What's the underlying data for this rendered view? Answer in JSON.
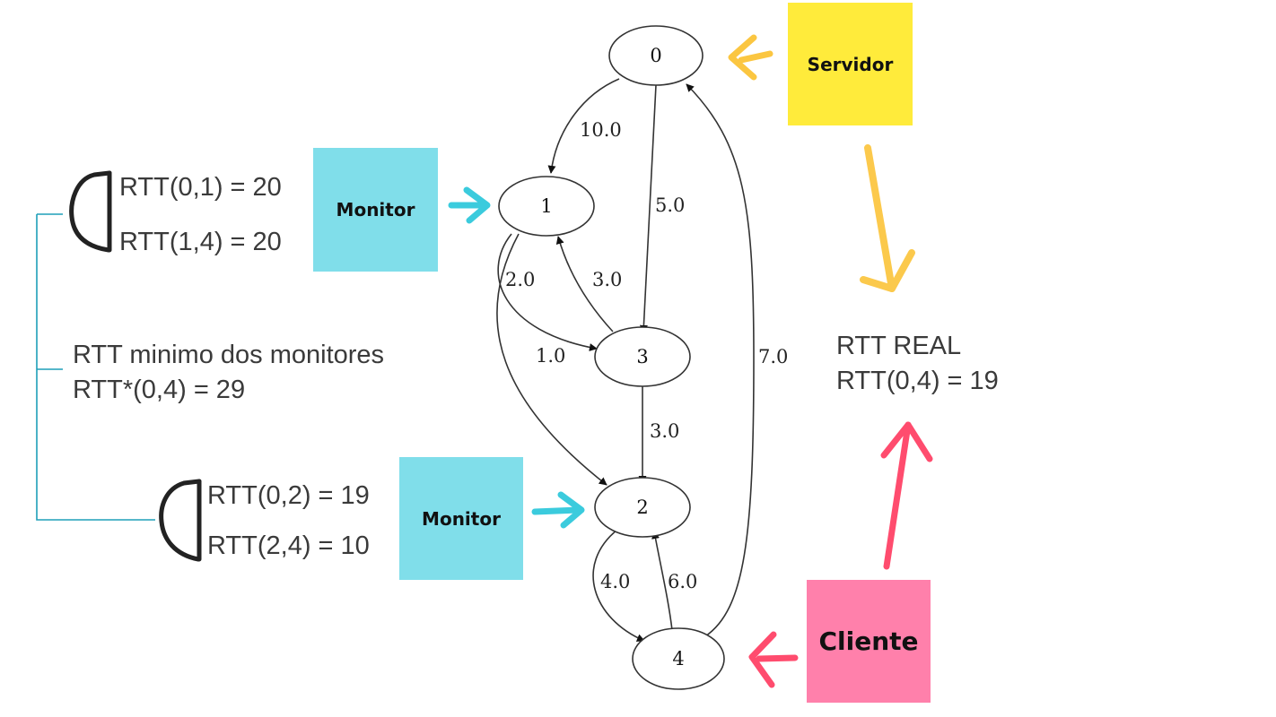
{
  "graph": {
    "nodes": [
      {
        "id": "0",
        "label": "0"
      },
      {
        "id": "1",
        "label": "1"
      },
      {
        "id": "3",
        "label": "3"
      },
      {
        "id": "2",
        "label": "2"
      },
      {
        "id": "4",
        "label": "4"
      }
    ],
    "edges": [
      {
        "from": "0",
        "to": "1",
        "label": "10.0"
      },
      {
        "from": "0",
        "to": "3",
        "label": "5.0"
      },
      {
        "from": "1",
        "to": "3",
        "label": "2.0"
      },
      {
        "from": "3",
        "to": "1",
        "label": "3.0"
      },
      {
        "from": "1",
        "to": "2",
        "label": "1.0"
      },
      {
        "from": "3",
        "to": "2",
        "label": "3.0"
      },
      {
        "from": "2",
        "to": "4",
        "label": "4.0"
      },
      {
        "from": "4",
        "to": "2",
        "label": "6.0"
      },
      {
        "from": "4",
        "to": "0",
        "label": "7.0"
      }
    ]
  },
  "stickies": {
    "servidor": "Servidor",
    "monitor_top": "Monitor",
    "monitor_bottom": "Monitor",
    "cliente": "Cliente"
  },
  "annotations": {
    "top_group": [
      "RTT(0,1) = 20",
      "RTT(1,4) = 20"
    ],
    "bottom_group": [
      "RTT(0,2) = 19",
      "RTT(2,4) = 10"
    ],
    "minimum": [
      "RTT minimo dos monitores",
      "RTT*(0,4) = 29"
    ],
    "real": [
      "RTT REAL",
      "RTT(0,4) = 19"
    ]
  },
  "colors": {
    "servidor": "#ffeb3b",
    "monitor": "#80deea",
    "cliente": "#ff80ab",
    "arrow_yellow": "#fbc02d",
    "arrow_cyan": "#26c6da",
    "arrow_red": "#ff2d55",
    "bracket_line": "#1e9fb8"
  }
}
